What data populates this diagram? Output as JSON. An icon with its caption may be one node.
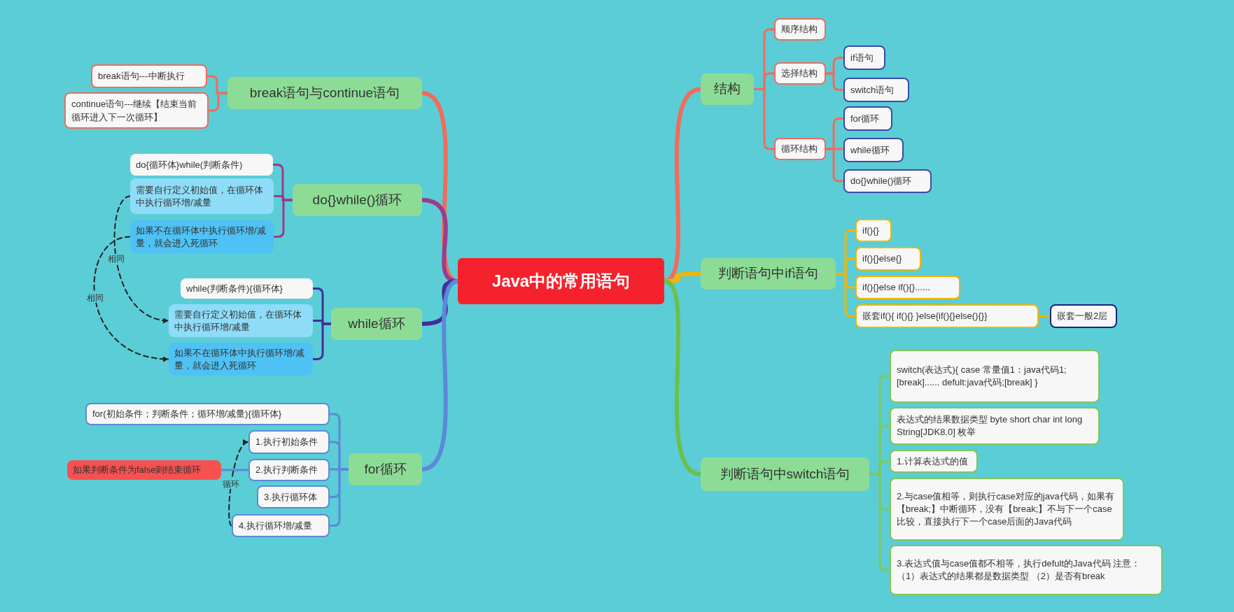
{
  "diagram": {
    "nodes": [
      {
        "text": [
          "Java中的常用语句"
        ]
      },
      {
        "text": [
          "结构"
        ]
      },
      {
        "text": [
          "顺序结构"
        ]
      },
      {
        "text": [
          "选择结构"
        ]
      },
      {
        "text": [
          "if语句"
        ]
      },
      {
        "text": [
          "switch语句"
        ]
      },
      {
        "text": [
          "循环结构"
        ]
      },
      {
        "text": [
          "for循环"
        ]
      },
      {
        "text": [
          "while循环"
        ]
      },
      {
        "text": [
          "do{}while()循环"
        ]
      },
      {
        "text": [
          "判断语句中if语句"
        ]
      },
      {
        "text": [
          "if(){}"
        ]
      },
      {
        "text": [
          "if(){}else{}"
        ]
      },
      {
        "text": [
          "if(){}else if(){}......"
        ]
      },
      {
        "text": [
          "嵌套if(){ if(){} }else{if(){}else(){}}"
        ]
      },
      {
        "text": [
          "嵌套一般2层"
        ]
      },
      {
        "text": [
          "判断语句中switch语句"
        ]
      },
      {
        "text": [
          "switch(表达式){ case 常量值1：java代码1;[break]...... defult:java代码;[break] }"
        ]
      },
      {
        "text": [
          "表达式的结果数据类型 byte short char int long String[JDK8.0] 枚举"
        ]
      },
      {
        "text": [
          "1.计算表达式的值"
        ]
      },
      {
        "text": [
          "2.与case值相等，则执行case对应的java代码，如果有【break;】中断循环，没有【break;】不与下一个case比较，直接执行下一个case后面的Java代码"
        ]
      },
      {
        "text": [
          "3.表达式值与case值都不相等，执行defult的Java代码 注意：（1）表达式的结果都是数据类型 （2）是否有break"
        ]
      },
      {
        "text": [
          "break语句与continue语句"
        ]
      },
      {
        "text": [
          "break语句---中断执行"
        ]
      },
      {
        "text": [
          "continue语句---继续【结束当前循环进入下一次循环】"
        ]
      },
      {
        "text": [
          "do{}while()循环"
        ]
      },
      {
        "text": [
          "do{循环体}while(判断条件)"
        ]
      },
      {
        "text": [
          "需要自行定义初始值，在循环体中执行循环增/减量"
        ]
      },
      {
        "text": [
          "如果不在循环体中执行循环增/减量，就会进入死循环"
        ]
      },
      {
        "text": [
          "while循环"
        ]
      },
      {
        "text": [
          "while(判断条件){循环体}"
        ]
      },
      {
        "text": [
          "需要自行定义初始值，在循环体中执行循环增/减量"
        ]
      },
      {
        "text": [
          "如果不在循环体中执行循环增/减量，就会进入死循环"
        ]
      },
      {
        "text": [
          "for循环"
        ]
      },
      {
        "text": [
          "for(初始条件；判断条件；循环增/减量){循环体}"
        ]
      },
      {
        "text": [
          "1.执行初始条件"
        ]
      },
      {
        "text": [
          "2.执行判断条件"
        ]
      },
      {
        "text": [
          "3.执行循环体"
        ]
      },
      {
        "text": [
          "4.执行循环增/减量"
        ]
      },
      {
        "text": [
          "如果判断条件为false则结束循环"
        ]
      }
    ],
    "edges": [
      {
        "from": 0,
        "to": 1,
        "arrow": "none",
        "style": "thick",
        "color": "#f26b5b"
      },
      {
        "from": 1,
        "to": 2,
        "arrow": "none",
        "color": "#f26b5b"
      },
      {
        "from": 1,
        "to": 3,
        "arrow": "none",
        "color": "#f26b5b"
      },
      {
        "from": 1,
        "to": 6,
        "arrow": "none",
        "color": "#f26b5b"
      },
      {
        "from": 3,
        "to": 4,
        "arrow": "none",
        "color": "#f26b5b"
      },
      {
        "from": 3,
        "to": 5,
        "arrow": "none",
        "color": "#f26b5b"
      },
      {
        "from": 6,
        "to": 7,
        "arrow": "none",
        "color": "#f26b5b"
      },
      {
        "from": 6,
        "to": 8,
        "arrow": "none",
        "color": "#f26b5b"
      },
      {
        "from": 6,
        "to": 9,
        "arrow": "none",
        "color": "#f26b5b"
      },
      {
        "from": 0,
        "to": 10,
        "arrow": "none",
        "style": "thick",
        "color": "#f5b400"
      },
      {
        "from": 10,
        "to": 11,
        "arrow": "none",
        "color": "#f5b400"
      },
      {
        "from": 10,
        "to": 12,
        "arrow": "none",
        "color": "#f5b400"
      },
      {
        "from": 10,
        "to": 13,
        "arrow": "none",
        "color": "#f5b400"
      },
      {
        "from": 10,
        "to": 14,
        "arrow": "none",
        "color": "#f5b400"
      },
      {
        "from": 14,
        "to": 15,
        "arrow": "none",
        "color": "#f5b400"
      },
      {
        "from": 0,
        "to": 16,
        "arrow": "none",
        "style": "thick",
        "color": "#6cc04a"
      },
      {
        "from": 16,
        "to": 17,
        "arrow": "none",
        "color": "#7cc85a"
      },
      {
        "from": 16,
        "to": 18,
        "arrow": "none",
        "color": "#7cc85a"
      },
      {
        "from": 16,
        "to": 19,
        "arrow": "none",
        "color": "#7cc85a"
      },
      {
        "from": 16,
        "to": 20,
        "arrow": "none",
        "color": "#7cc85a"
      },
      {
        "from": 16,
        "to": 21,
        "arrow": "none",
        "color": "#7cc85a"
      },
      {
        "from": 0,
        "to": 22,
        "arrow": "none",
        "style": "thick",
        "color": "#f26b5b"
      },
      {
        "from": 22,
        "to": 23,
        "arrow": "none",
        "color": "#f26b5b"
      },
      {
        "from": 22,
        "to": 24,
        "arrow": "none",
        "color": "#f26b5b"
      },
      {
        "from": 0,
        "to": 25,
        "arrow": "none",
        "style": "thick",
        "color": "#9b3c8c"
      },
      {
        "from": 25,
        "to": 26,
        "arrow": "none",
        "color": "#9b3c8c"
      },
      {
        "from": 25,
        "to": 27,
        "arrow": "none",
        "color": "#9b3c8c"
      },
      {
        "from": 25,
        "to": 28,
        "arrow": "none",
        "color": "#9b3c8c"
      },
      {
        "from": 0,
        "to": 29,
        "arrow": "none",
        "style": "thick",
        "color": "#40309a"
      },
      {
        "from": 29,
        "to": 30,
        "arrow": "none",
        "color": "#40309a"
      },
      {
        "from": 29,
        "to": 31,
        "arrow": "none",
        "color": "#40309a"
      },
      {
        "from": 29,
        "to": 32,
        "arrow": "none",
        "color": "#40309a"
      },
      {
        "from": 0,
        "to": 33,
        "arrow": "none",
        "style": "thick",
        "color": "#5b8ad8"
      },
      {
        "from": 33,
        "to": 34,
        "arrow": "none",
        "color": "#5b8ad8"
      },
      {
        "from": 33,
        "to": 35,
        "arrow": "none",
        "color": "#5b8ad8"
      },
      {
        "from": 33,
        "to": 36,
        "arrow": "none",
        "color": "#5b8ad8"
      },
      {
        "from": 33,
        "to": 37,
        "arrow": "none",
        "color": "#5b8ad8"
      },
      {
        "from": 33,
        "to": 38,
        "arrow": "none",
        "color": "#5b8ad8"
      },
      {
        "from": 36,
        "to": 39,
        "arrow": "none",
        "color": "#5b8ad8"
      },
      {
        "from": 27,
        "to": 31,
        "arrow": "to",
        "style": "dashed",
        "color": "#222222",
        "label": "相同"
      },
      {
        "from": 28,
        "to": 32,
        "arrow": "to",
        "style": "dashed",
        "color": "#222222",
        "label": "相同"
      },
      {
        "from": 38,
        "to": 35,
        "arrow": "to",
        "style": "dashed",
        "color": "#222222",
        "label": "循环"
      }
    ]
  }
}
